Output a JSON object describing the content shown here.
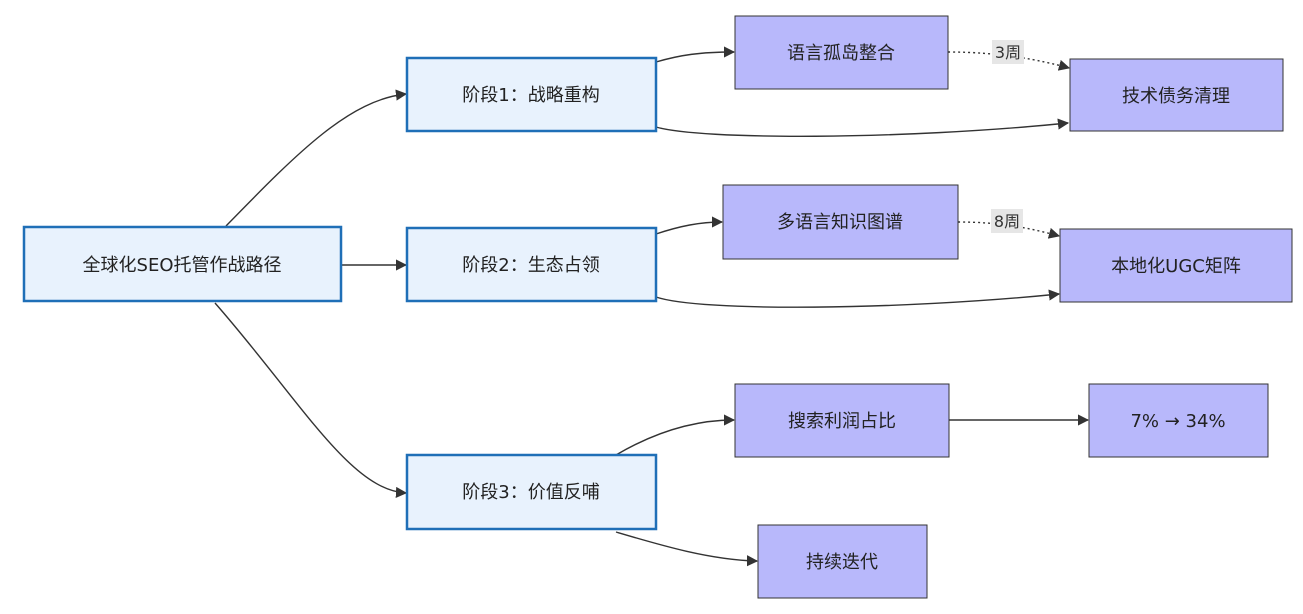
{
  "diagram": {
    "nodes": {
      "root": "全球化SEO托管作战路径",
      "phase1": "阶段1：战略重构",
      "phase2": "阶段2：生态占领",
      "phase3": "阶段3：价值反哺",
      "lang_islands": "语言孤岛整合",
      "tech_debt": "技术债务清理",
      "knowledge_graph": "多语言知识图谱",
      "ugc_matrix": "本地化UGC矩阵",
      "search_share": "搜索利润占比",
      "share_growth": "7% → 34%",
      "iterate": "持续迭代"
    },
    "edge_labels": {
      "weeks3": "3周",
      "weeks8": "8周"
    },
    "colors": {
      "main_fill": "#e8f2fd",
      "main_stroke": "#1f6fb7",
      "sub_fill": "#b8b8fb",
      "edge": "#333333"
    }
  }
}
